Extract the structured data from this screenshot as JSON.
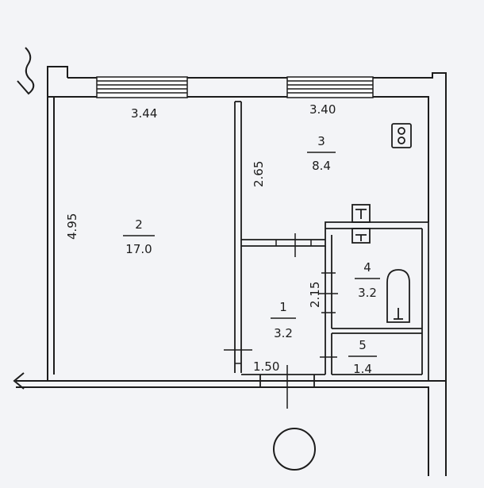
{
  "dimensions": {
    "room2_width": "3.44",
    "room3_width": "3.40",
    "room2_depth": "4.95",
    "room3_depth": "2.65",
    "room4_depth": "2.15",
    "room1_width": "1.50"
  },
  "rooms": [
    {
      "number": "1",
      "area": "3.2"
    },
    {
      "number": "2",
      "area": "17.0"
    },
    {
      "number": "3",
      "area": "8.4"
    },
    {
      "number": "4",
      "area": "3.2"
    },
    {
      "number": "5",
      "area": "1.4"
    }
  ],
  "colors": {
    "line": "#1c1c1c",
    "wall_fill": "#ffffff",
    "background": "#f3f4f7"
  },
  "icons": [
    "stove-icon",
    "sink-icon",
    "toilet-icon",
    "bathtub-icon",
    "entrance-circle-icon"
  ]
}
